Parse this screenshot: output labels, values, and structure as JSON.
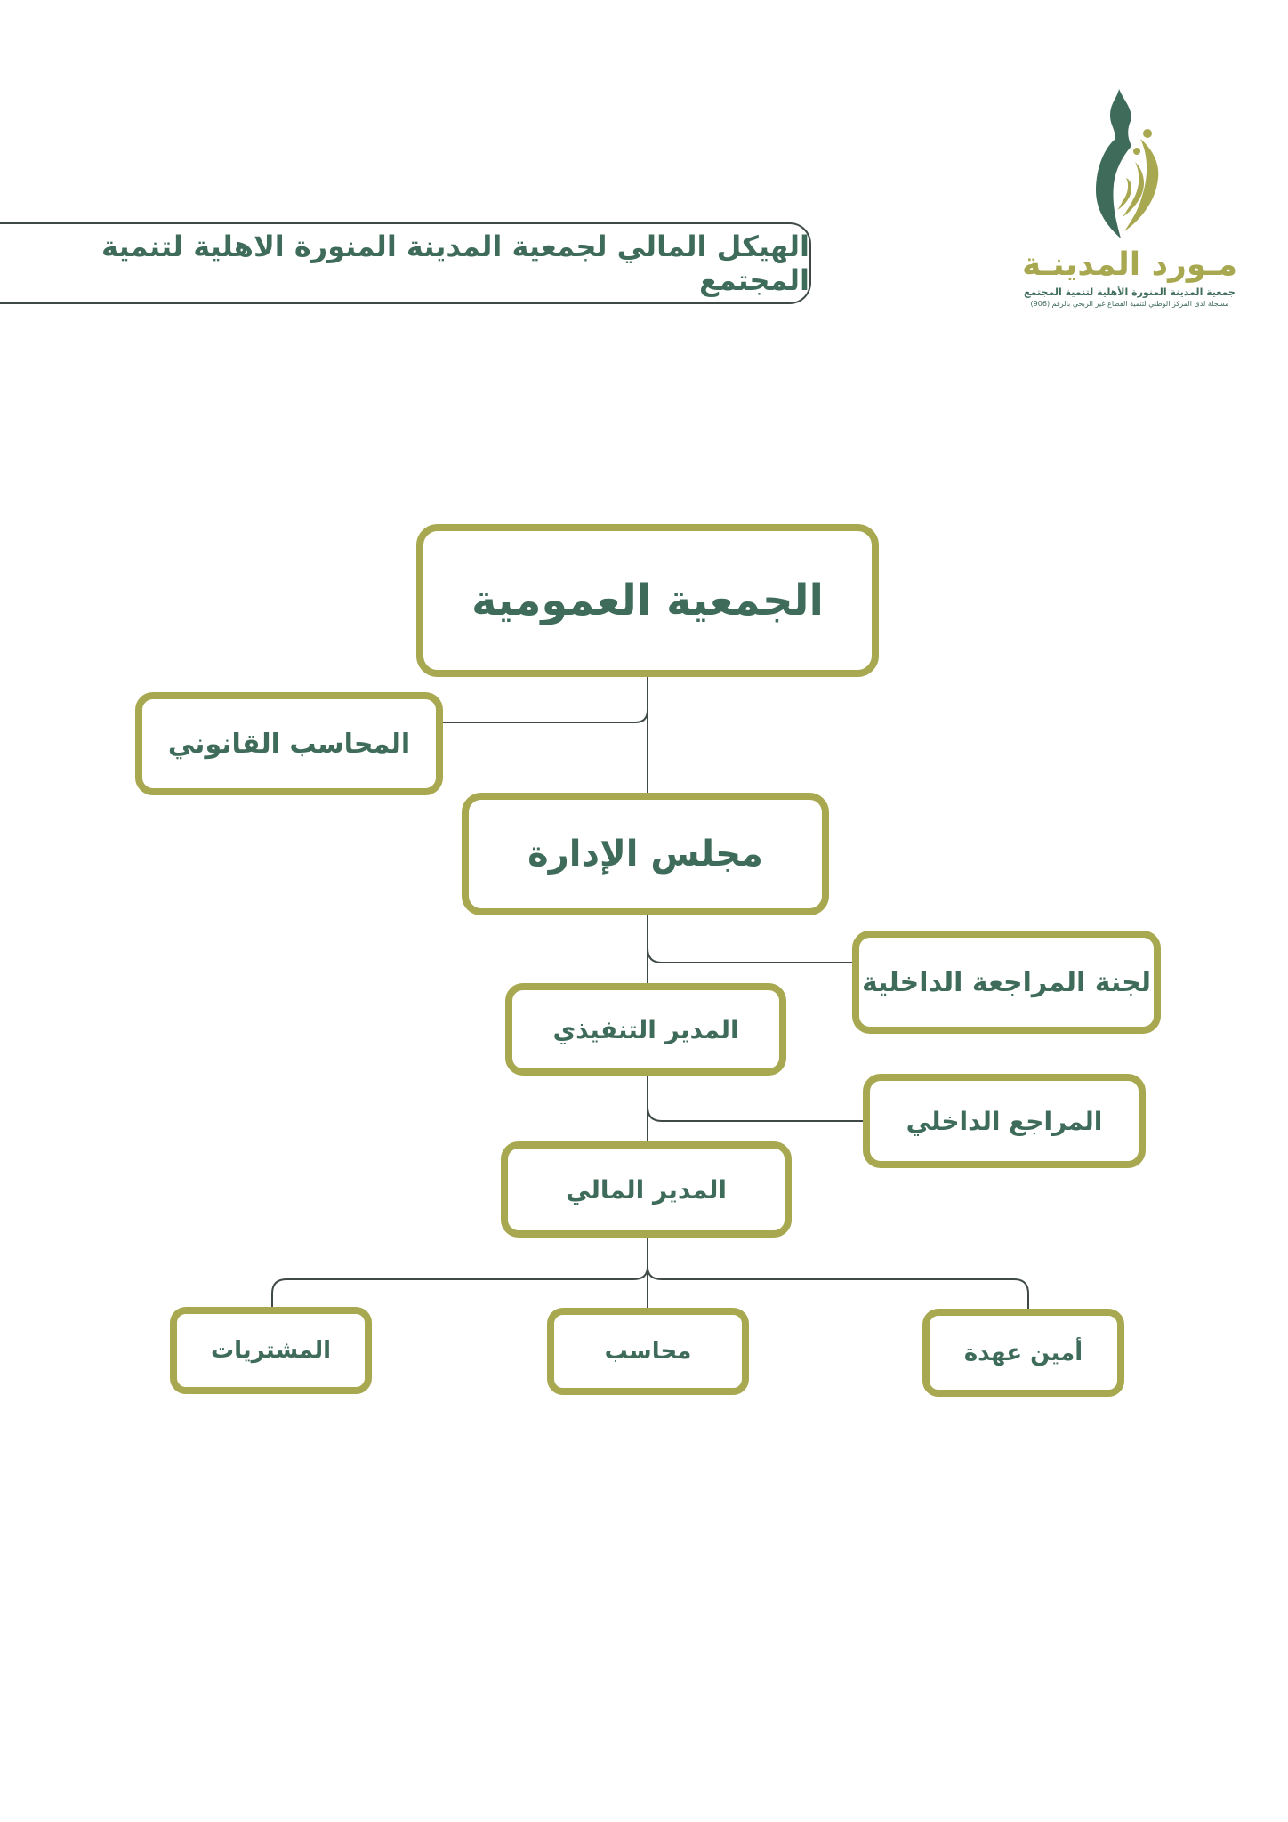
{
  "header": {
    "title": "الهيكل المالي لجمعية المدينة المنورة الاهلية لتنمية المجتمع"
  },
  "logo": {
    "name": "مـورد المدينـة",
    "subtitle": "جمعية المدينة المنورة الأهلية لتنمية المجتمع",
    "registration": "مسجلة لدى المركز الوطني لتنمية القطاع غير الربحي بالرقم (906)"
  },
  "colors": {
    "border": "#a8a851",
    "text": "#3f6c5a",
    "line": "#3f4a47"
  },
  "org_chart": {
    "general_assembly": "الجمعية العمومية",
    "legal_accountant": "المحاسب القانوني",
    "board": "مجلس الإدارة",
    "internal_audit_committee": "لجنة المراجعة الداخلية",
    "executive_director": "المدير التنفيذي",
    "internal_auditor": "المراجع الداخلي",
    "financial_manager": "المدير المالي",
    "procurement": "المشتريات",
    "accountant": "محاسب",
    "custodian": "أمين عهدة"
  }
}
